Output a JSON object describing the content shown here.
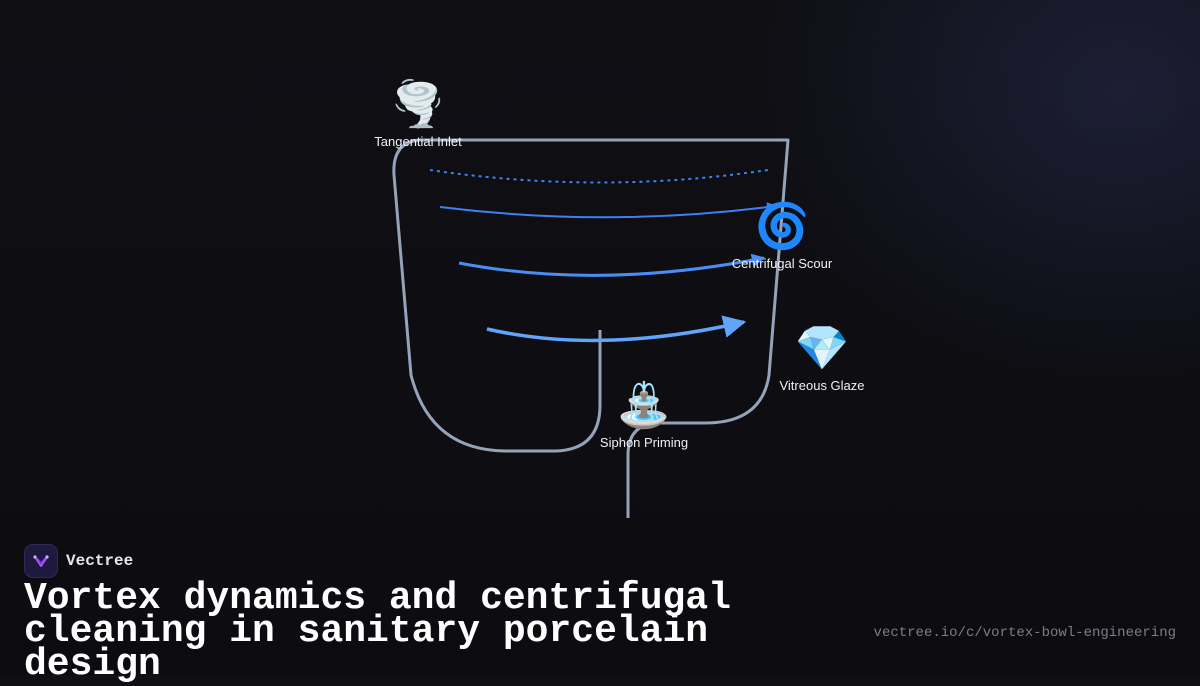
{
  "diagram": {
    "nodes": [
      {
        "id": "tangential-inlet",
        "emoji": "🌪️",
        "label": "Tangential Inlet"
      },
      {
        "id": "centrifugal-scour",
        "emoji": "🌀",
        "label": "Centrifugal Scour"
      },
      {
        "id": "vitreous-glaze",
        "emoji": "💎",
        "label": "Vitreous Glaze"
      },
      {
        "id": "siphon-priming",
        "emoji": "⛲",
        "label": "Siphon Priming"
      }
    ],
    "colors": {
      "bowl_outline": "#95a3b9",
      "flow_dotted": "#3b82f6",
      "flow_1": "#3b82f6",
      "flow_2": "#4a8ef5",
      "flow_3": "#60a5fa"
    }
  },
  "brand": {
    "name": "Vectree",
    "logo": "vectree-logo-icon"
  },
  "title": "Vortex dynamics and centrifugal cleaning in sanitary porcelain design",
  "url": "vectree.io/c/vortex-bowl-engineering"
}
